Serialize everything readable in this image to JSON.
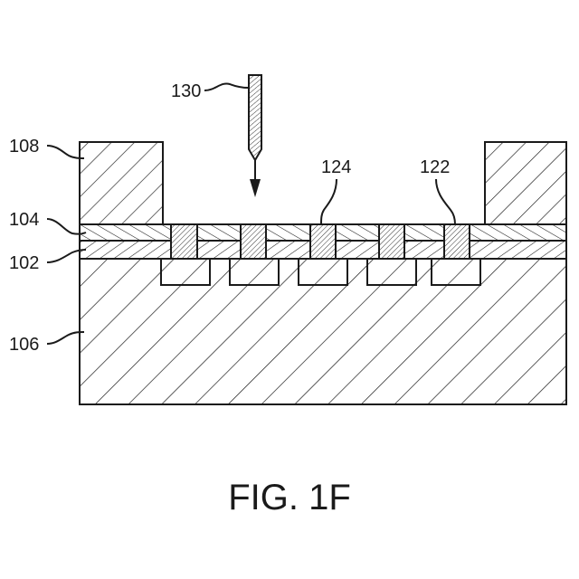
{
  "labels": {
    "l108": "108",
    "l104": "104",
    "l102": "102",
    "l106": "106",
    "l130": "130",
    "l124": "124",
    "l122": "122"
  },
  "caption": "FIG. 1F",
  "contact_count": 5
}
